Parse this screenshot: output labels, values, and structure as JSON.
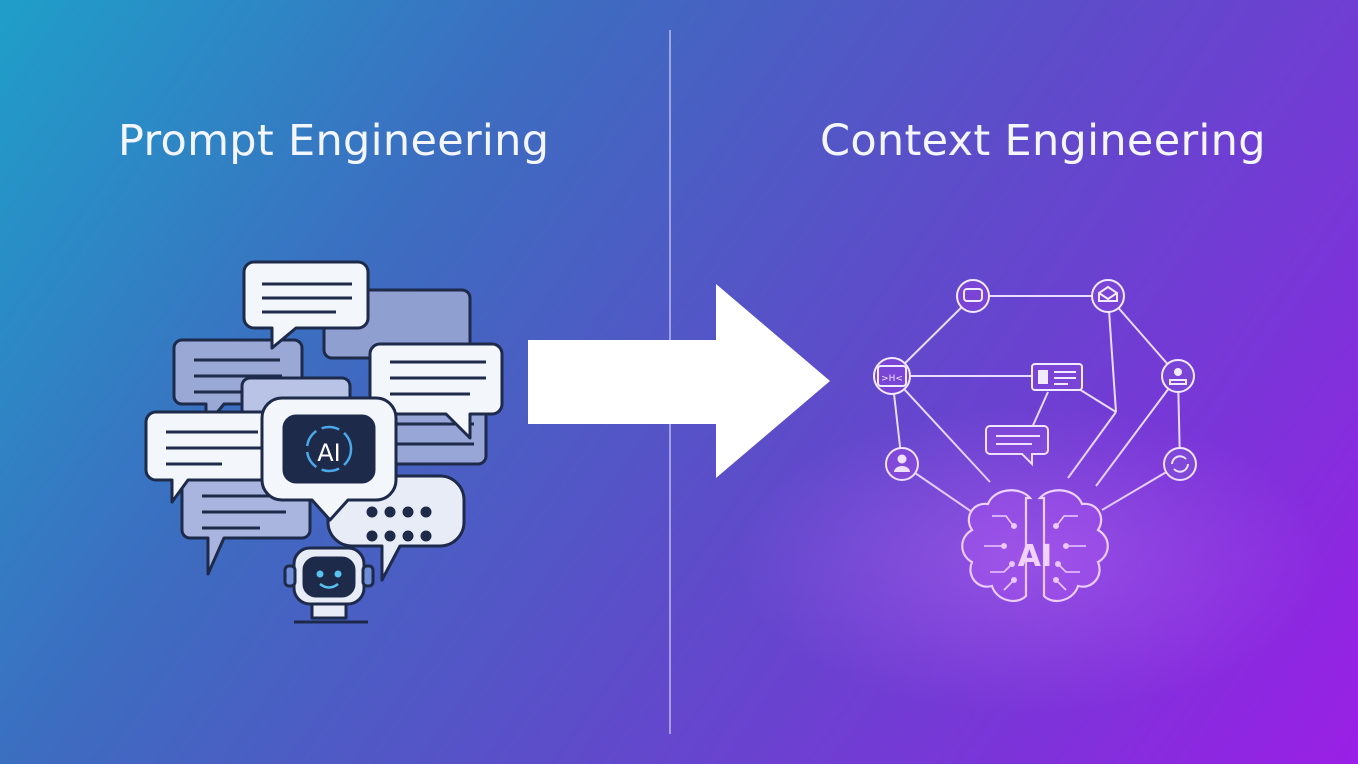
{
  "left_panel": {
    "title": "Prompt Engineering",
    "ai_badge_label": "AI"
  },
  "right_panel": {
    "title": "Context Engineering",
    "brain_label": "AI"
  },
  "icons": {
    "left": [
      "speech-bubble-icon",
      "ai-chip-icon",
      "robot-icon",
      "typing-bubble-icon"
    ],
    "right": [
      "chat-icon",
      "mail-icon",
      "code-icon",
      "id-card-icon",
      "user-icon",
      "message-icon",
      "refresh-icon",
      "brain-icon"
    ]
  },
  "colors": {
    "gradient_start": "#1f9fc9",
    "gradient_end": "#9a1fe6",
    "arrow": "#ffffff",
    "ink": "#1e2a4a",
    "bubble": "#dfe6f2"
  }
}
